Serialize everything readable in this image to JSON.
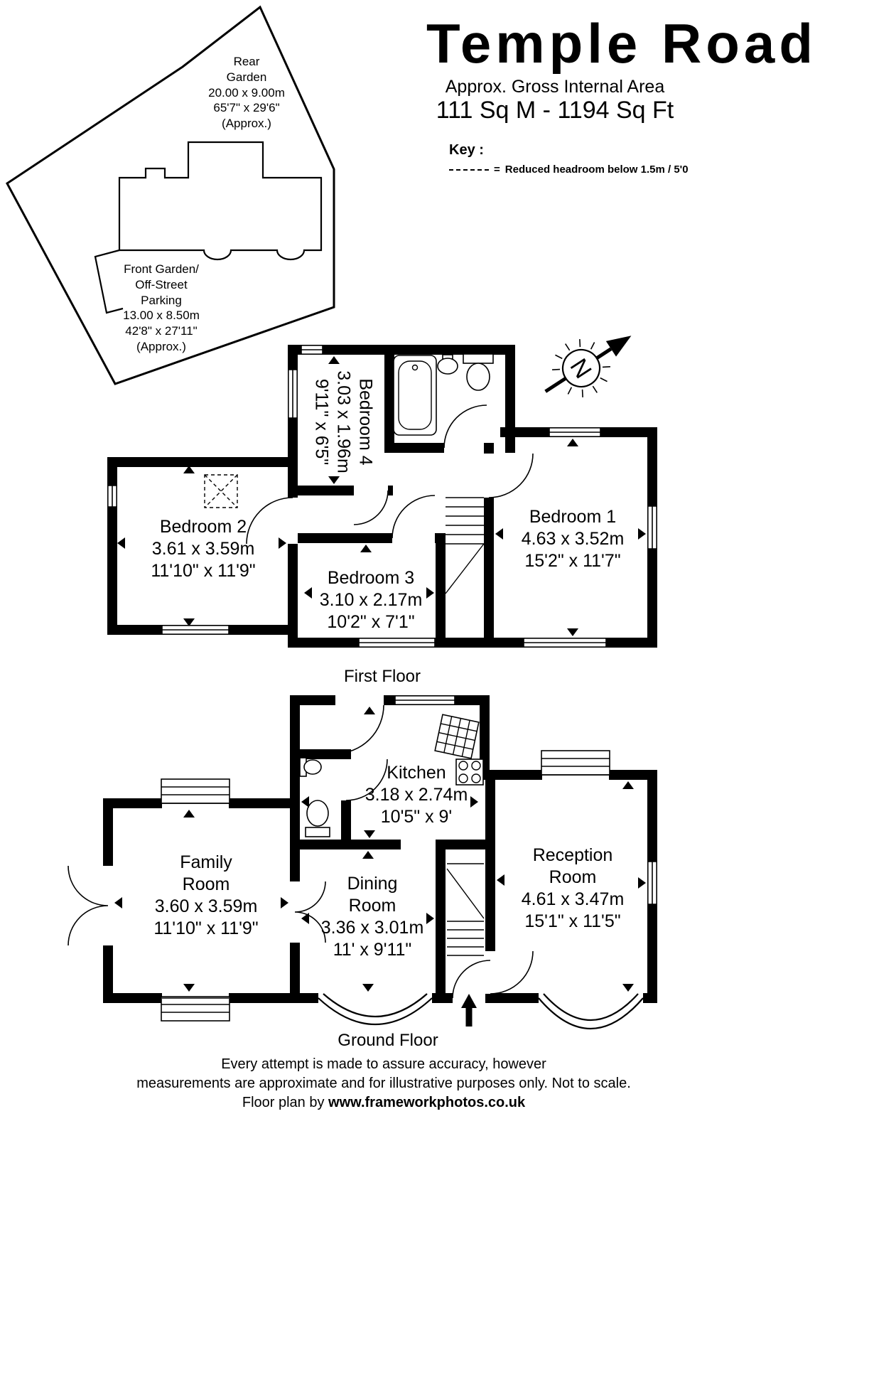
{
  "header": {
    "title": "Temple Road",
    "subtitle": "Approx. Gross Internal Area",
    "area": "111 Sq M - 1194 Sq Ft",
    "key_label": "Key :",
    "key_symbol": "=",
    "key_text": "Reduced headroom below 1.5m / 5'0"
  },
  "site_plan": {
    "rear_garden": "Rear\nGarden\n20.00 x 9.00m\n65'7\" x 29'6\"\n(Approx.)",
    "front_garden": "Front Garden/\nOff-Street\nParking\n13.00 x 8.50m\n42'8\" x 27'11\"\n(Approx.)"
  },
  "first_floor": {
    "label": "First Floor",
    "north_indicator": "N",
    "rooms": {
      "bedroom1": {
        "name": "Bedroom 1",
        "metric": "4.63 x 3.52m",
        "imperial": "15'2\" x 11'7\""
      },
      "bedroom2": {
        "name": "Bedroom 2",
        "metric": "3.61 x 3.59m",
        "imperial": "11'10\" x 11'9\""
      },
      "bedroom3": {
        "name": "Bedroom 3",
        "metric": "3.10 x 2.17m",
        "imperial": "10'2\" x 7'1\""
      },
      "bedroom4": {
        "name": "Bedroom 4",
        "metric": "3.03 x 1.96m",
        "imperial": "9'11\" x 6'5\""
      }
    }
  },
  "ground_floor": {
    "label": "Ground Floor",
    "rooms": {
      "kitchen": {
        "name": "Kitchen",
        "metric": "3.18 x 2.74m",
        "imperial": "10'5\" x 9'"
      },
      "family_room": {
        "name": "Family Room",
        "metric": "3.60 x 3.59m",
        "imperial": "11'10\" x 11'9\""
      },
      "dining_room": {
        "name": "Dining Room",
        "metric": "3.36 x 3.01m",
        "imperial": "11' x 9'11\""
      },
      "reception_room": {
        "name": "Reception Room",
        "metric": "4.61 x 3.47m",
        "imperial": "15'1\" x 11'5\""
      }
    }
  },
  "footer": {
    "line1": "Every attempt is made to assure accuracy, however",
    "line2": "measurements are approximate and for illustrative purposes only. Not to scale.",
    "credit_prefix": "Floor plan by ",
    "credit_site": "www.frameworkphotos.co.uk"
  }
}
